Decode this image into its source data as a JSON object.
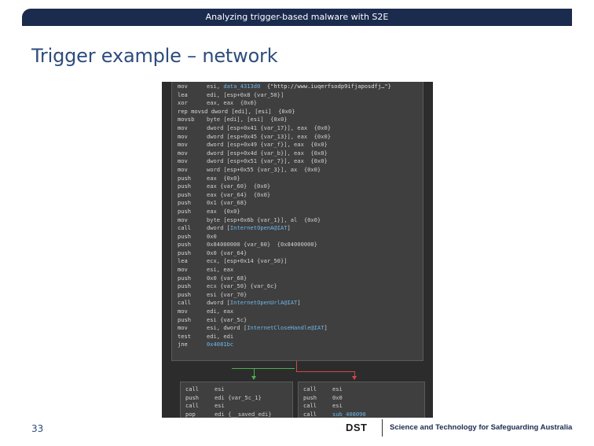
{
  "header": {
    "title": "Analyzing trigger-based malware with S2E"
  },
  "slide": {
    "title": "Trigger example – network"
  },
  "main_block": [
    {
      "m": "mov",
      "parts": [
        {
          "t": "esi, ",
          "k": "op"
        },
        {
          "t": "data_4313d0",
          "k": "c"
        },
        {
          "t": "  {\"http://www.iuqerfsodp9ifjaposdfj…\"}",
          "k": "s"
        }
      ]
    },
    {
      "m": "lea",
      "parts": [
        {
          "t": "edi, [esp+0x8 {var_50}]",
          "k": "op"
        }
      ]
    },
    {
      "m": "xor",
      "parts": [
        {
          "t": "eax, eax  {0x0}",
          "k": "op"
        }
      ]
    },
    {
      "m": "rep movsd dword [edi], [esi]  {0x0}",
      "parts": []
    },
    {
      "m": "movsb",
      "parts": [
        {
          "t": "byte [edi], [esi]  {0x0}",
          "k": "op"
        }
      ]
    },
    {
      "m": "mov",
      "parts": [
        {
          "t": "dword [esp+0x41 {var_17}], eax  {0x0}",
          "k": "op"
        }
      ]
    },
    {
      "m": "mov",
      "parts": [
        {
          "t": "dword [esp+0x45 {var_13}], eax  {0x0}",
          "k": "op"
        }
      ]
    },
    {
      "m": "mov",
      "parts": [
        {
          "t": "dword [esp+0x49 {var_f}], eax  {0x0}",
          "k": "op"
        }
      ]
    },
    {
      "m": "mov",
      "parts": [
        {
          "t": "dword [esp+0x4d {var_b}], eax  {0x0}",
          "k": "op"
        }
      ]
    },
    {
      "m": "mov",
      "parts": [
        {
          "t": "dword [esp+0x51 {var_7}], eax  {0x0}",
          "k": "op"
        }
      ]
    },
    {
      "m": "mov",
      "parts": [
        {
          "t": "word [esp+0x55 {var_3}], ax  {0x0}",
          "k": "op"
        }
      ]
    },
    {
      "m": "push",
      "parts": [
        {
          "t": "eax  {0x0}",
          "k": "op"
        }
      ]
    },
    {
      "m": "push",
      "parts": [
        {
          "t": "eax {var_60}  {0x0}",
          "k": "op"
        }
      ]
    },
    {
      "m": "push",
      "parts": [
        {
          "t": "eax {var_64}  {0x0}",
          "k": "op"
        }
      ]
    },
    {
      "m": "push",
      "parts": [
        {
          "t": "0x1 {var_68}",
          "k": "op"
        }
      ]
    },
    {
      "m": "push",
      "parts": [
        {
          "t": "eax  {0x0}",
          "k": "op"
        }
      ]
    },
    {
      "m": "mov",
      "parts": [
        {
          "t": "byte [esp+0x6b {var_1}], al  {0x0}",
          "k": "op"
        }
      ]
    },
    {
      "m": "call",
      "parts": [
        {
          "t": "dword [",
          "k": "op"
        },
        {
          "t": "InternetOpenA@IAT",
          "k": "c"
        },
        {
          "t": "]",
          "k": "op"
        }
      ]
    },
    {
      "m": "push",
      "parts": [
        {
          "t": "0x0",
          "k": "op"
        }
      ]
    },
    {
      "m": "push",
      "parts": [
        {
          "t": "0x84000000 {var_60}  {0x84000000}",
          "k": "op"
        }
      ]
    },
    {
      "m": "push",
      "parts": [
        {
          "t": "0x0 {var_64}",
          "k": "op"
        }
      ]
    },
    {
      "m": "lea",
      "parts": [
        {
          "t": "ecx, [esp+0x14 {var_50}]",
          "k": "op"
        }
      ]
    },
    {
      "m": "mov",
      "parts": [
        {
          "t": "esi, eax",
          "k": "op"
        }
      ]
    },
    {
      "m": "push",
      "parts": [
        {
          "t": "0x0 {var_68}",
          "k": "op"
        }
      ]
    },
    {
      "m": "push",
      "parts": [
        {
          "t": "ecx {var_50} {var_6c}",
          "k": "op"
        }
      ]
    },
    {
      "m": "push",
      "parts": [
        {
          "t": "esi {var_70}",
          "k": "op"
        }
      ]
    },
    {
      "m": "call",
      "parts": [
        {
          "t": "dword [",
          "k": "op"
        },
        {
          "t": "InternetOpenUrlA@IAT",
          "k": "c"
        },
        {
          "t": "]",
          "k": "op"
        }
      ]
    },
    {
      "m": "mov",
      "parts": [
        {
          "t": "edi, eax",
          "k": "op"
        }
      ]
    },
    {
      "m": "push",
      "parts": [
        {
          "t": "esi {var_5c}",
          "k": "op"
        }
      ]
    },
    {
      "m": "mov",
      "parts": [
        {
          "t": "esi, dword [",
          "k": "op"
        },
        {
          "t": "InternetCloseHandle@IAT",
          "k": "c"
        },
        {
          "t": "]",
          "k": "op"
        }
      ]
    },
    {
      "m": "test",
      "parts": [
        {
          "t": "edi, edi",
          "k": "op"
        }
      ]
    },
    {
      "m": "jne",
      "parts": [
        {
          "t": "0x4081bc",
          "k": "c"
        }
      ]
    }
  ],
  "sub_left": [
    {
      "m": "call",
      "parts": [
        {
          "t": "esi",
          "k": "op"
        }
      ]
    },
    {
      "m": "push",
      "parts": [
        {
          "t": "edi {var_5c_1}",
          "k": "op"
        }
      ]
    },
    {
      "m": "call",
      "parts": [
        {
          "t": "esi",
          "k": "op"
        }
      ]
    },
    {
      "m": "pop",
      "parts": [
        {
          "t": "edi {__saved_edi}",
          "k": "op"
        }
      ]
    }
  ],
  "sub_right": [
    {
      "m": "call",
      "parts": [
        {
          "t": "esi",
          "k": "op"
        }
      ]
    },
    {
      "m": "push",
      "parts": [
        {
          "t": "0x0",
          "k": "op"
        }
      ]
    },
    {
      "m": "call",
      "parts": [
        {
          "t": "esi",
          "k": "op"
        }
      ]
    },
    {
      "m": "call",
      "parts": [
        {
          "t": "sub_408090",
          "k": "c"
        }
      ]
    }
  ],
  "footer": {
    "page_number": "33",
    "logo": "DST",
    "org": "Science and Technology for Safeguarding Australia"
  },
  "colors": {
    "header_bg": "#1b2b4e",
    "title": "#2d4d7c",
    "code_bg": "#3f3f3f",
    "edge_true": "#4fae4f",
    "edge_false": "#d04848"
  }
}
